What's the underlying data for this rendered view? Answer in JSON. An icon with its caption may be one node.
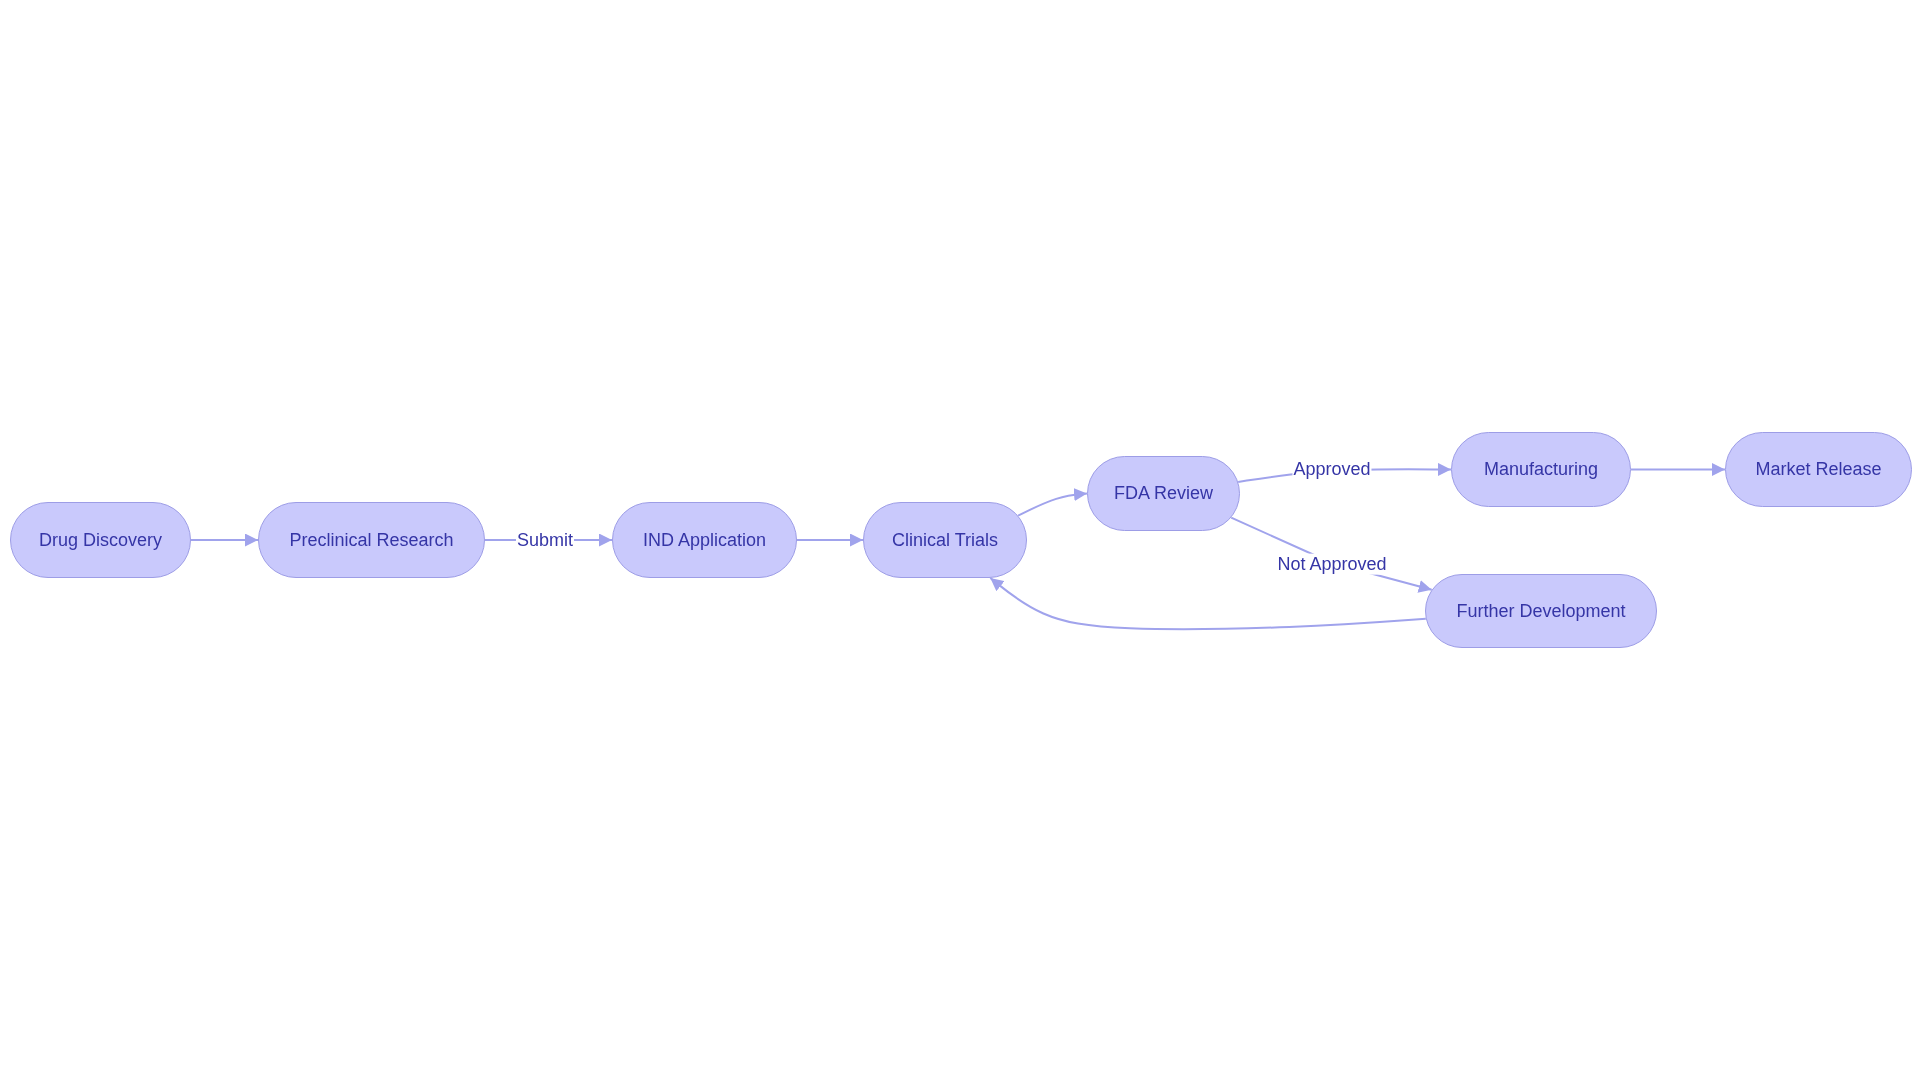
{
  "diagram": {
    "nodes": [
      {
        "text": [
          "Drug Discovery"
        ]
      },
      {
        "text": [
          "Preclinical Research"
        ]
      },
      {
        "text": [
          "IND Application"
        ]
      },
      {
        "text": [
          "Clinical Trials"
        ]
      },
      {
        "text": [
          "FDA Review"
        ]
      },
      {
        "text": [
          "Manufacturing"
        ]
      },
      {
        "text": [
          "Market Release"
        ]
      },
      {
        "text": [
          "Further Development"
        ]
      }
    ],
    "edges": [
      {
        "from": 0,
        "to": 1,
        "arrow": "to"
      },
      {
        "from": 1,
        "to": 2,
        "arrow": "to",
        "label": "Submit"
      },
      {
        "from": 2,
        "to": 3,
        "arrow": "to"
      },
      {
        "from": 3,
        "to": 4,
        "arrow": "to"
      },
      {
        "from": 4,
        "to": 5,
        "arrow": "to",
        "label": "Approved"
      },
      {
        "from": 5,
        "to": 6,
        "arrow": "to"
      },
      {
        "from": 4,
        "to": 7,
        "arrow": "to",
        "label": "Not Approved"
      },
      {
        "from": 7,
        "to": 3,
        "arrow": "to"
      }
    ]
  }
}
